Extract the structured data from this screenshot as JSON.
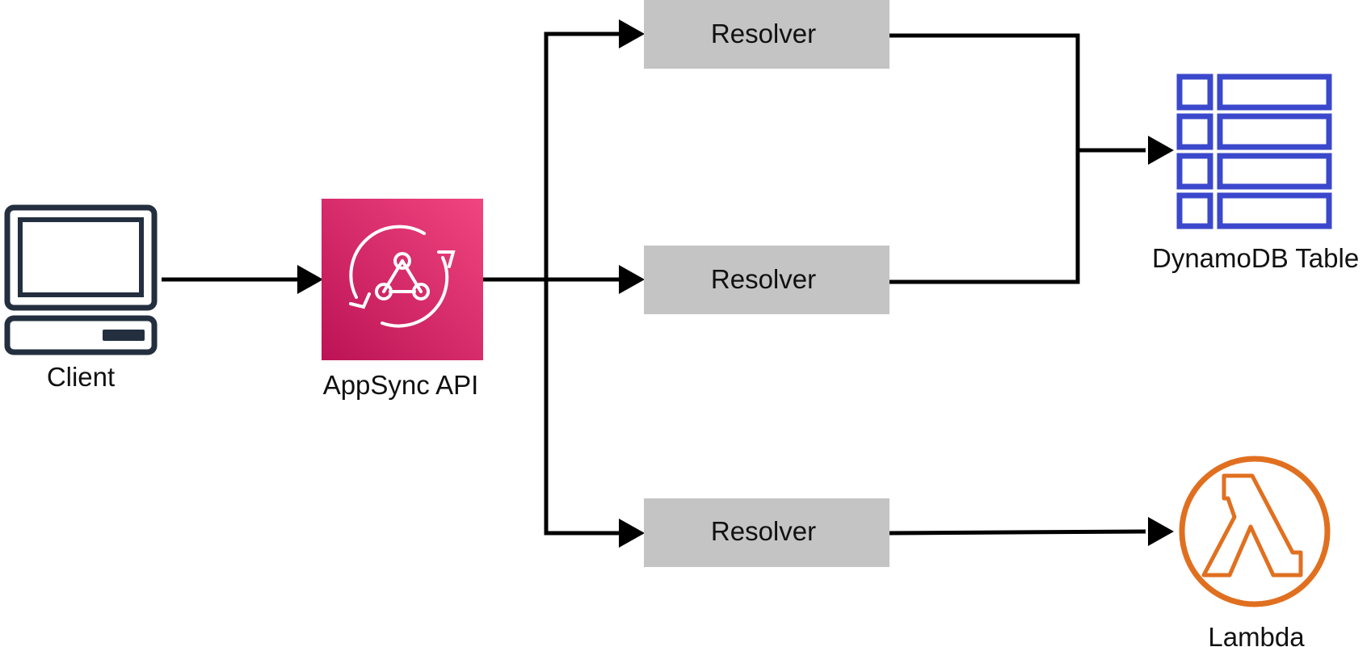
{
  "nodes": {
    "client": {
      "label": "Client",
      "icon": "desktop-computer-icon"
    },
    "appsync": {
      "label": "AppSync API",
      "icon": "appsync-icon"
    },
    "resolver_top": {
      "label": "Resolver"
    },
    "resolver_middle": {
      "label": "Resolver"
    },
    "resolver_bottom": {
      "label": "Resolver"
    },
    "dynamodb": {
      "label": "DynamoDB Table",
      "icon": "dynamodb-table-icon"
    },
    "lambda": {
      "label": "Lambda",
      "icon": "lambda-icon"
    }
  },
  "colors": {
    "connector": "#000000",
    "client_icon": "#232F3E",
    "appsync_gradient_start": "#BC1356",
    "appsync_gradient_end": "#F0457F",
    "resolver_fill": "#C4C4C4",
    "dynamodb_icon": "#3B48CC",
    "lambda_icon": "#E07020"
  }
}
